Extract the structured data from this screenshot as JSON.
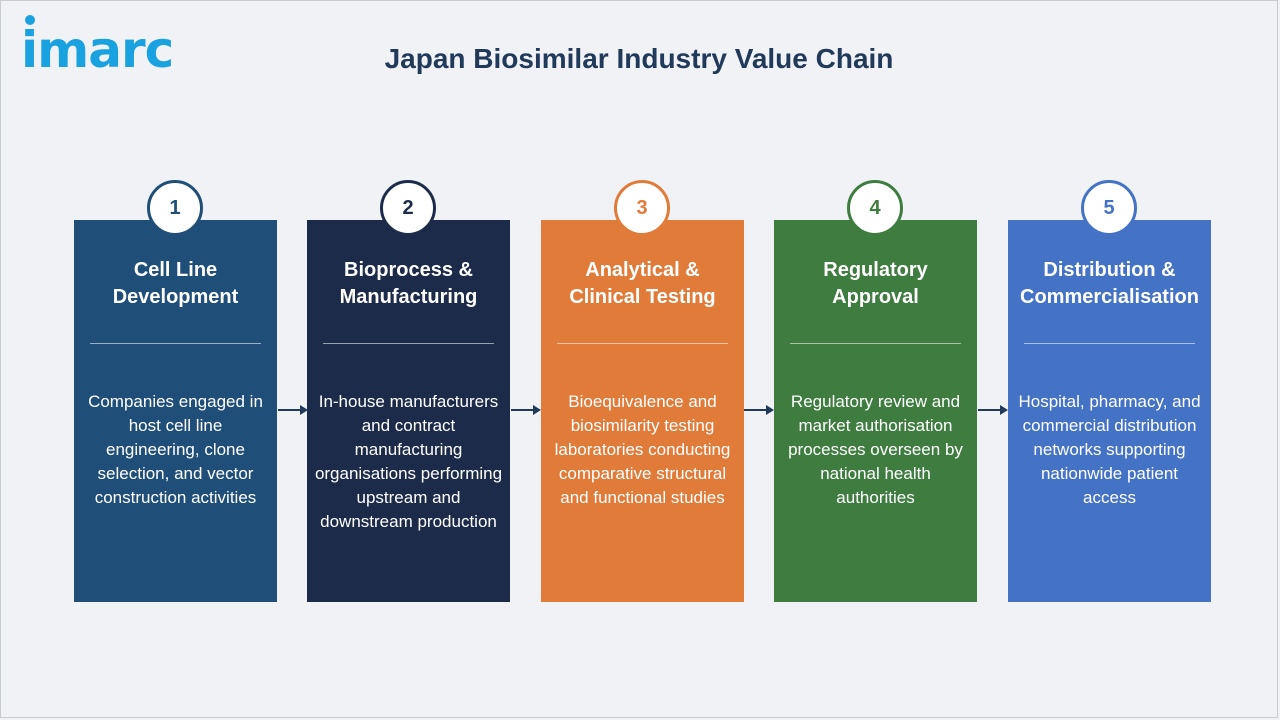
{
  "logo": {
    "text": "imarc"
  },
  "title": "Japan Biosimilar Industry Value Chain",
  "colors": {
    "step1": "#1f4e79",
    "step2": "#1c2b4a",
    "step3": "#e07b39",
    "step4": "#3e7c3f",
    "step5": "#4472c4",
    "arrow": "#213a5a",
    "logo": "#1aa1e0"
  },
  "steps": [
    {
      "number": "1",
      "heading_line1": "Cell Line",
      "heading_line2": "Development",
      "body": "Companies engaged in host cell line engineering, clone selection, and vector construction activities"
    },
    {
      "number": "2",
      "heading_line1": "Bioprocess &",
      "heading_line2": "Manufacturing",
      "body": "In-house manufacturers and contract manufacturing organisations performing upstream and downstream production"
    },
    {
      "number": "3",
      "heading_line1": "Analytical &",
      "heading_line2": "Clinical Testing",
      "body": "Bioequivalence and biosimilarity testing laboratories conducting comparative structural and functional studies"
    },
    {
      "number": "4",
      "heading_line1": "Regulatory",
      "heading_line2": "Approval",
      "body": "Regulatory review and market authorisation processes overseen by national health authorities"
    },
    {
      "number": "5",
      "heading_line1": "Distribution &",
      "heading_line2": "Commercialisation",
      "body": "Hospital, pharmacy, and commercial distribution networks supporting nationwide patient access"
    }
  ],
  "icons": {
    "connector": "arrow-right-icon"
  }
}
